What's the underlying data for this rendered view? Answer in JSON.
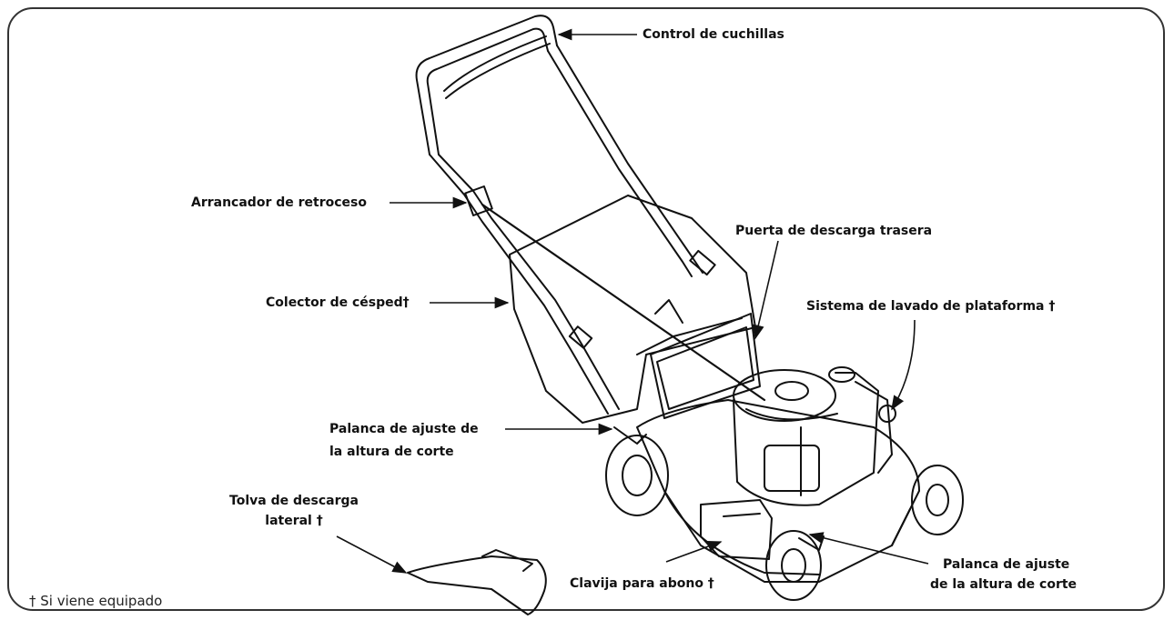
{
  "labels": {
    "blade_control": "Control de cuchillas",
    "recoil_starter": "Arrancador de retroceso",
    "rear_door": "Puerta de descarga trasera",
    "grass_bag": "Colector de césped†",
    "deck_wash": "Sistema de lavado de plataforma †",
    "height_lever_left_1": "Palanca de ajuste de",
    "height_lever_left_2": "la altura de corte",
    "side_chute_1": "Tolva de descarga",
    "side_chute_2": "lateral †",
    "mulch_plug": "Clavija para abono †",
    "height_lever_right_1": "Palanca de ajuste",
    "height_lever_right_2": "de la altura de corte"
  },
  "footnote": "† Si viene equipado"
}
